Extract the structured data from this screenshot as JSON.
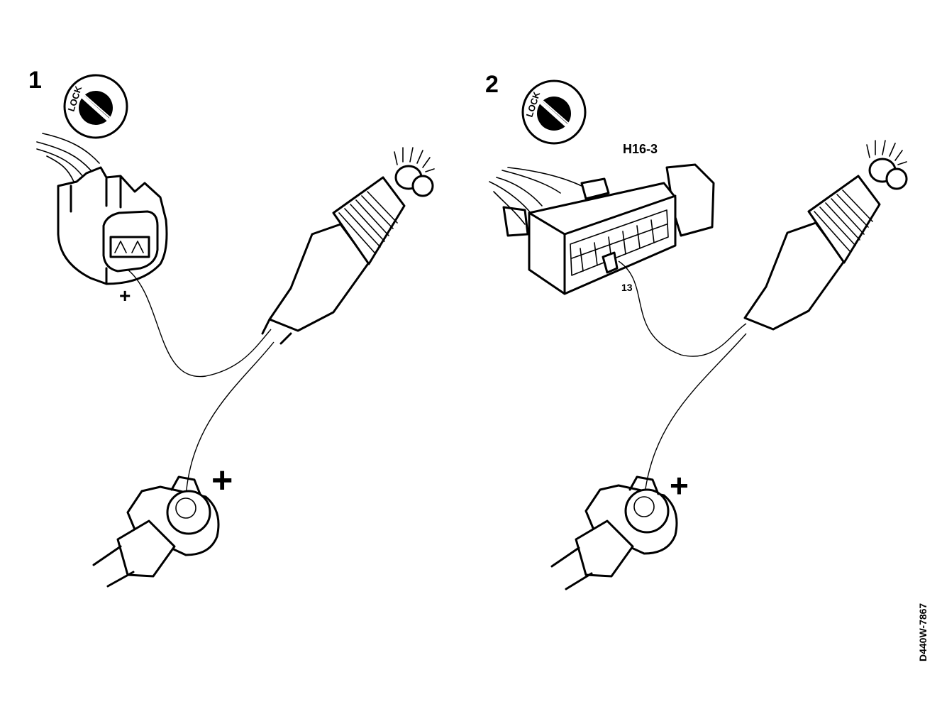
{
  "panels": [
    {
      "number": "1",
      "lock_label": "LOCK",
      "polarity_sign": "+",
      "ground_sign": "+"
    },
    {
      "number": "2",
      "lock_label": "LOCK",
      "connector_label": "H16-3",
      "pin_label": "13",
      "ground_sign": "+"
    }
  ],
  "figure_code": "D440W-7867"
}
